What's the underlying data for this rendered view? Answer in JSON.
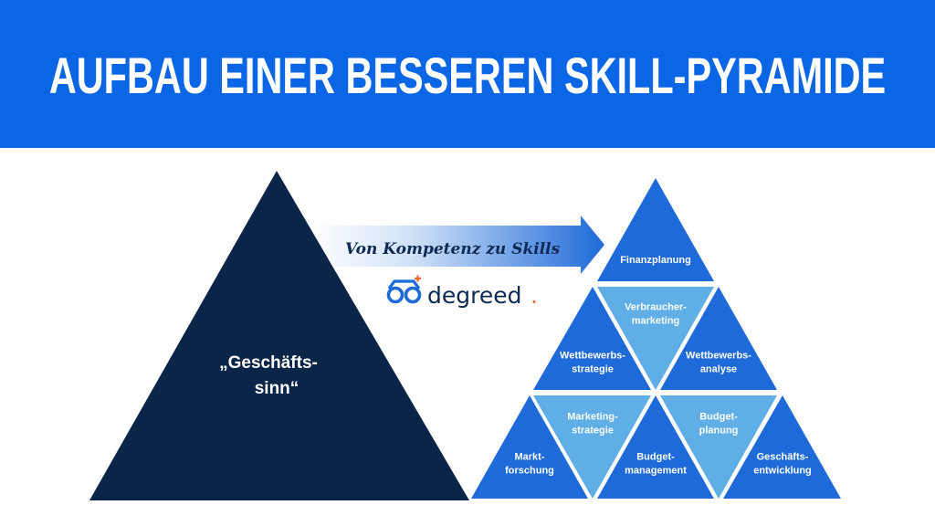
{
  "header": {
    "title": "AUFBAU EINER BESSEREN SKILL-PYRAMIDE"
  },
  "left_pyramid": {
    "label_line1": "„Geschäfts-",
    "label_line2": "sinn“"
  },
  "arrow": {
    "label": "Von Kompetenz zu Skills"
  },
  "logo": {
    "text": "degreed",
    "dot": "."
  },
  "skills": [
    {
      "lines": [
        "Finanzplanung"
      ]
    },
    {
      "lines": [
        "Verbraucher-",
        "marketing"
      ]
    },
    {
      "lines": [
        "Wettbewerbs-",
        "strategie"
      ]
    },
    {
      "lines": [
        "Wettbewerbs-",
        "analyse"
      ]
    },
    {
      "lines": [
        "Marketing-",
        "strategie"
      ]
    },
    {
      "lines": [
        "Budget-",
        "planung"
      ]
    },
    {
      "lines": [
        "Markt-",
        "forschung"
      ]
    },
    {
      "lines": [
        "Budget-",
        "management"
      ]
    },
    {
      "lines": [
        "Geschäfts-",
        "entwicklung"
      ]
    }
  ],
  "colors": {
    "header_blue": "#0a66e4",
    "navy": "#0b2549",
    "tri_blue": "#1e6ad8",
    "tri_light": "#5faee6",
    "logo_orange": "#f26b2a"
  }
}
